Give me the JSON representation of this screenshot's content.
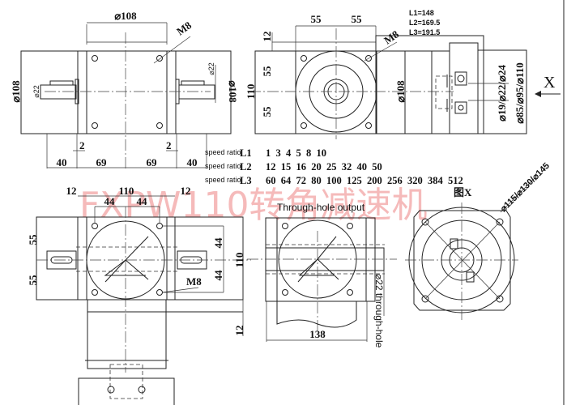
{
  "watermark": "FXPW110转角减速机",
  "top_left_view": {
    "dia_top": "⌀108",
    "dia_left": "⌀108",
    "dia_right": "⌀108",
    "shaft_left": "⌀22",
    "shaft_right": "⌀22",
    "thread": "M8",
    "gap_left": "2",
    "gap_right": "2",
    "bottom_dims": [
      "40",
      "69",
      "69",
      "40"
    ]
  },
  "top_middle_view": {
    "top_dims": [
      "55",
      "55"
    ],
    "flange": "12",
    "height": "110",
    "half_heights": [
      "55",
      "55"
    ],
    "thread": "M8",
    "lengths": [
      "L1=148",
      "L2=169.5",
      "L3=191.5"
    ],
    "body_dia": "⌀108",
    "input_bore": "⌀19/⌀22/⌀24",
    "flange_dias": "⌀85/⌀95/⌀110",
    "view_arrow": "X"
  },
  "speed_ratios": [
    {
      "label": "speed ratio",
      "group": "L1",
      "values": "1  3  4  5  8  10"
    },
    {
      "label": "speed ratio",
      "group": "L2",
      "values": "12  15  16  20  25  32  40  50"
    },
    {
      "label": "speed ratio",
      "group": "L3",
      "values": "60  64  72  80  100  125  200  256  320  384  512"
    }
  ],
  "bottom_left_view": {
    "top_dims": [
      "12",
      "110",
      "12"
    ],
    "hole_spacing": [
      "44",
      "44"
    ],
    "half_heights": [
      "55",
      "55"
    ],
    "side_spacing": [
      "44",
      "44"
    ],
    "height": "110",
    "thread": "M8",
    "bottom_gap": "12"
  },
  "bottom_middle_view": {
    "title": "Through-hole output",
    "length": "138",
    "bore": "⌀22 through-hole"
  },
  "view_x": {
    "title": "图X",
    "dias": "⌀115/⌀130/⌀145"
  }
}
